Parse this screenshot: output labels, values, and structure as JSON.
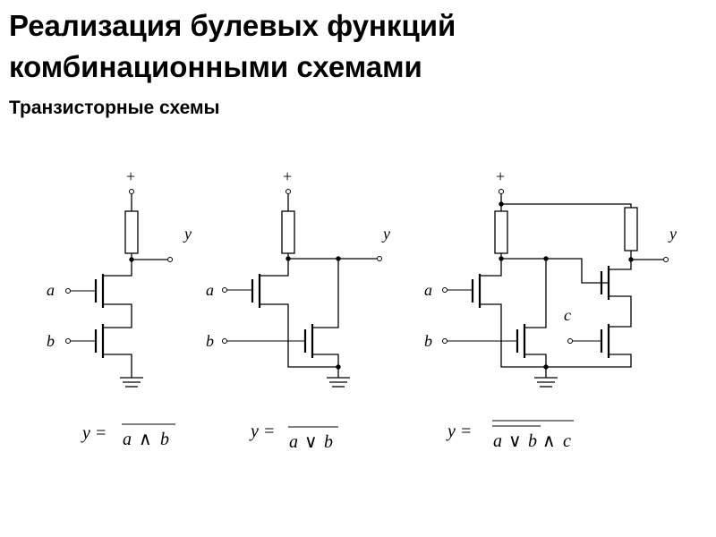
{
  "title_line1": "Реализация булевых функций",
  "title_line2": "комбинационными схемами",
  "subtitle": "Транзисторные схемы",
  "circuits": [
    {
      "supply": "+",
      "output": "y",
      "inputs": [
        "a",
        "b"
      ],
      "formula": {
        "lhs": "y =",
        "a": "a",
        "op": "∧",
        "b": "b"
      }
    },
    {
      "supply": "+",
      "output": "y",
      "inputs": [
        "a",
        "b"
      ],
      "formula": {
        "lhs": "y =",
        "a": "a",
        "op": "∨",
        "b": "b"
      }
    },
    {
      "supply": "+",
      "output": "y",
      "inputs": [
        "a",
        "b",
        "c"
      ],
      "formula": {
        "lhs": "y =",
        "a": "a",
        "op1": "∨",
        "b": "b",
        "op2": "∧",
        "c": "c"
      }
    }
  ]
}
